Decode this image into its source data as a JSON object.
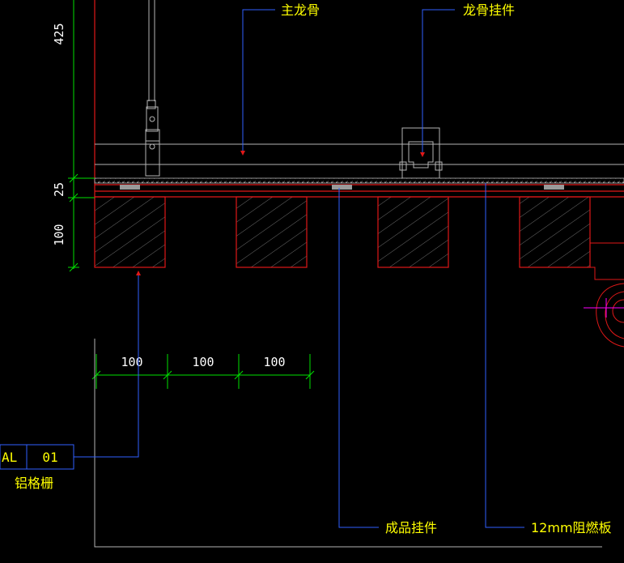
{
  "labels": {
    "main_keel": "主龙骨",
    "keel_hanger": "龙骨挂件",
    "product_hanger": "成品挂件",
    "fireproof_board": "12mm阻燃板",
    "aluminum_grille": "铝格栅"
  },
  "tag": {
    "prefix": "AL",
    "number": "01"
  },
  "dimensions": {
    "vertical": [
      "425",
      "25",
      "100"
    ],
    "horizontal": [
      "100",
      "100",
      "100"
    ]
  },
  "colors": {
    "background": "#000000",
    "outline_red": "#e01818",
    "dim_green": "#00e000",
    "leader_blue": "#3060ff",
    "text_yellow": "#ffff00",
    "gray": "#b4b4b4",
    "magenta": "#ff00ff"
  }
}
